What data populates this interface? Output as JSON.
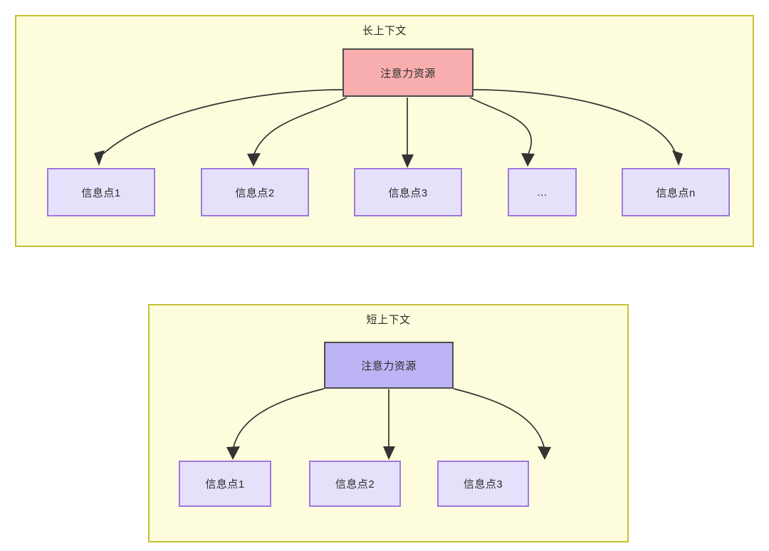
{
  "diagram": {
    "title_hidden": "",
    "groups": [
      {
        "id": "long-context",
        "title": "长上下文",
        "frame_color": "#c5c033",
        "frame_fill": "#fdfcdc",
        "root": {
          "label": "注意力资源",
          "fill": "#f9afaf",
          "border": "#4d4d4d"
        },
        "leaves": [
          {
            "label": "信息点1",
            "fill": "#e6e1fb",
            "border": "#9e79dd"
          },
          {
            "label": "信息点2",
            "fill": "#e6e1fb",
            "border": "#9e79dd"
          },
          {
            "label": "信息点3",
            "fill": "#e6e1fb",
            "border": "#9e79dd"
          },
          {
            "label": "...",
            "fill": "#e6e1fb",
            "border": "#9e79dd"
          },
          {
            "label": "信息点n",
            "fill": "#e6e1fb",
            "border": "#9e79dd"
          }
        ]
      },
      {
        "id": "short-context",
        "title": "短上下文",
        "frame_color": "#c5c033",
        "frame_fill": "#fdfcdc",
        "root": {
          "label": "注意力资源",
          "fill": "#bdb4f5",
          "border": "#4d4d4d"
        },
        "leaves": [
          {
            "label": "信息点1",
            "fill": "#e6e1fb",
            "border": "#9e79dd"
          },
          {
            "label": "信息点2",
            "fill": "#e6e1fb",
            "border": "#9e79dd"
          },
          {
            "label": "信息点3",
            "fill": "#e6e1fb",
            "border": "#9e79dd"
          }
        ]
      }
    ],
    "edge_color": "#333333",
    "edge_count_long": 5,
    "edge_count_short": 3
  }
}
